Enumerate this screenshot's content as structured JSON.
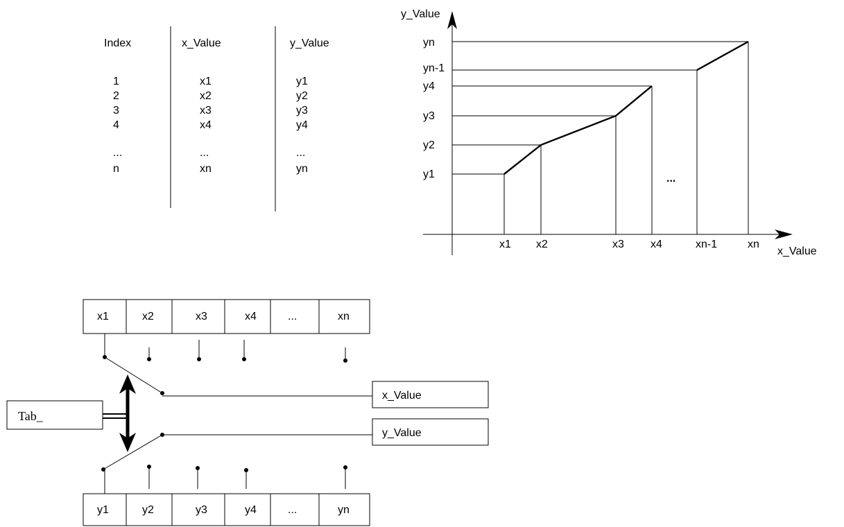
{
  "table": {
    "headers": [
      "Index",
      "x_Value",
      "y_Value"
    ],
    "rows": [
      [
        "1",
        "x1",
        "y1"
      ],
      [
        "2",
        "x2",
        "y2"
      ],
      [
        "3",
        "x3",
        "y3"
      ],
      [
        "4",
        "x4",
        "y4"
      ],
      [
        "...",
        "...",
        "..."
      ],
      [
        "n",
        "xn",
        "yn"
      ]
    ]
  },
  "graph": {
    "y_axis_label": "y_Value",
    "x_axis_label": "x_Value",
    "x_ticks": [
      "x1",
      "x2",
      "x3",
      "x4",
      "xn-1",
      "xn"
    ],
    "y_ticks": [
      "y1",
      "y2",
      "y3",
      "y4",
      "yn-1",
      "yn"
    ],
    "ellipsis": "..."
  },
  "switch_diagram": {
    "x_cells": [
      "x1",
      "x2",
      "x3",
      "x4",
      "...",
      "xn"
    ],
    "y_cells": [
      "y1",
      "y2",
      "y3",
      "y4",
      "...",
      "yn"
    ],
    "x_output": "x_Value",
    "y_output": "y_Value",
    "selector": "Tab_"
  }
}
